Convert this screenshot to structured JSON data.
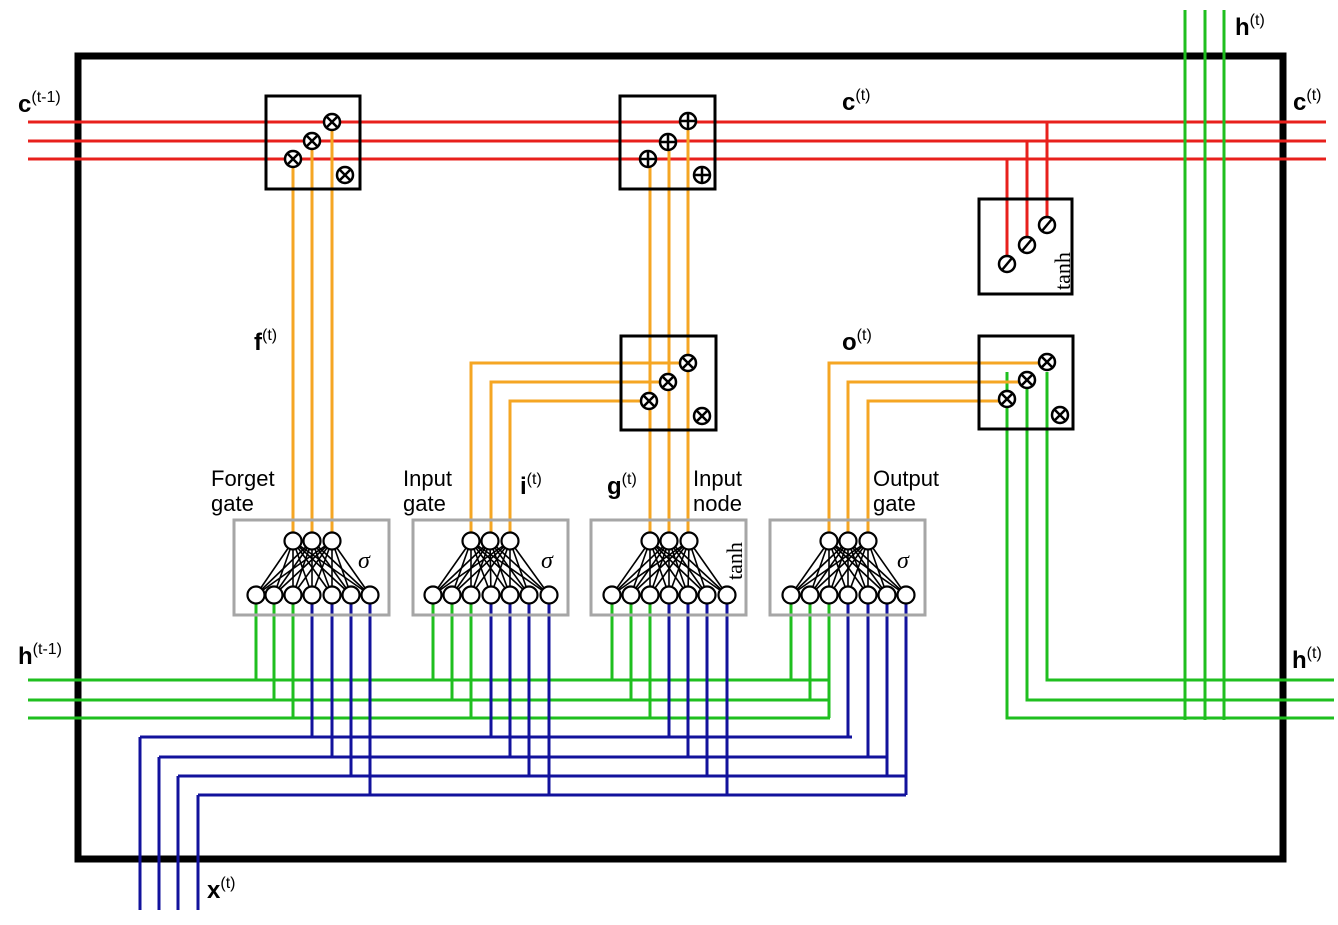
{
  "colors": {
    "frame": "#000000",
    "cell_state": "#e8201c",
    "hidden_state": "#1fbf1f",
    "input": "#12129c",
    "gate_output": "#f5a623",
    "gate_box": "#a6a6a6"
  },
  "labels": {
    "c_prev": {
      "main": "c",
      "sup": "(t-1)"
    },
    "c_mid": {
      "main": "c",
      "sup": "(t)"
    },
    "c_out": {
      "main": "c",
      "sup": "(t)"
    },
    "h_top": {
      "main": "h",
      "sup": "(t)"
    },
    "h_prev": {
      "main": "h",
      "sup": "(t-1)"
    },
    "h_out": {
      "main": "h",
      "sup": "(t)"
    },
    "x_in": {
      "main": "x",
      "sup": "(t)"
    },
    "f": {
      "main": "f",
      "sup": "(t)"
    },
    "i": {
      "main": "i",
      "sup": "(t)"
    },
    "g": {
      "main": "g",
      "sup": "(t)"
    },
    "o": {
      "main": "o",
      "sup": "(t)"
    }
  },
  "gates": {
    "forget": {
      "line1": "Forget",
      "line2": "gate",
      "activation": "σ"
    },
    "input": {
      "line1": "Input",
      "line2": "gate",
      "activation": "σ"
    },
    "node": {
      "line1": "Input",
      "line2": "node",
      "activation": "tanh"
    },
    "output": {
      "line1": "Output",
      "line2": "gate",
      "activation": "σ"
    }
  },
  "ops": {
    "tanh_box": "tanh",
    "multiply_symbol": "⊗",
    "add_symbol": "⊕",
    "tanh_symbol": "⦸"
  }
}
